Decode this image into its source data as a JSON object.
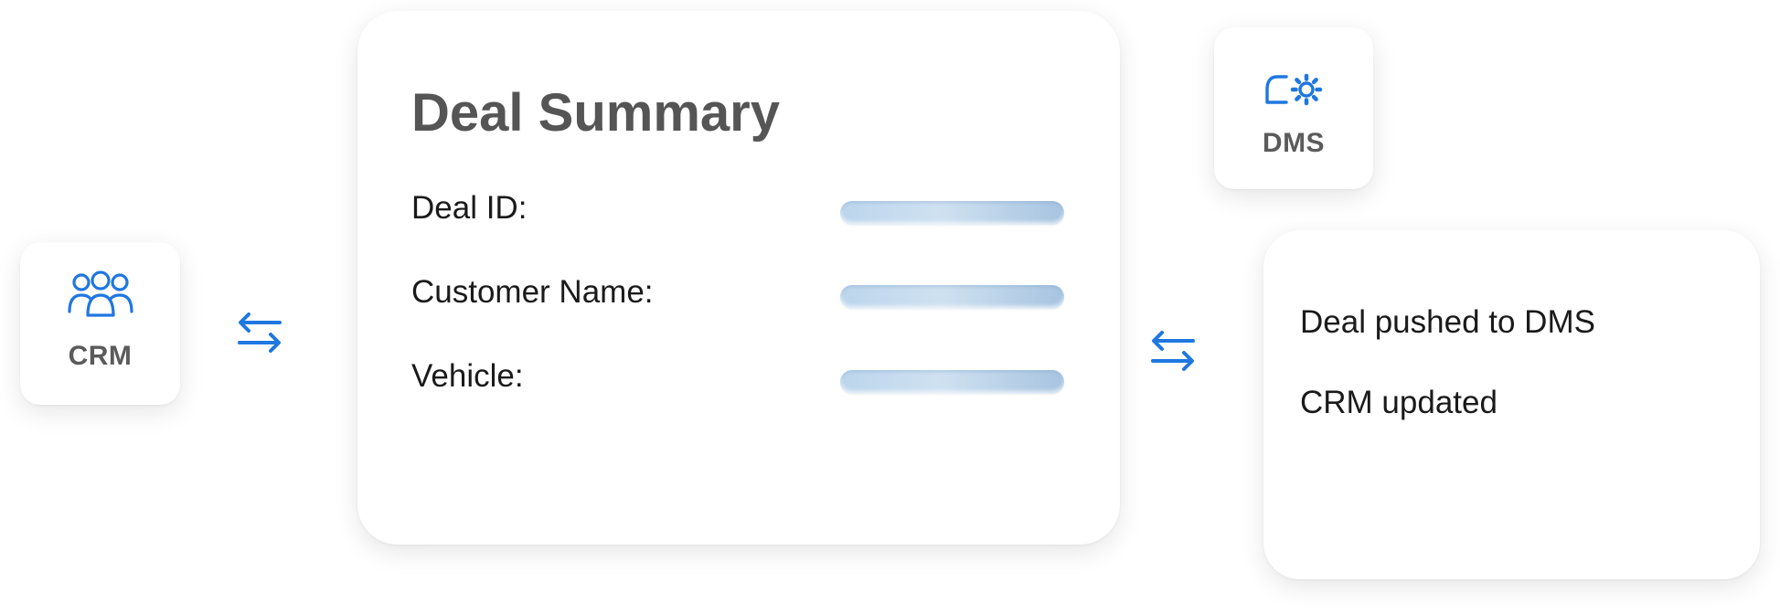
{
  "crm": {
    "label": "CRM",
    "icon": "users-group-icon"
  },
  "dms": {
    "label": "DMS",
    "icon": "gear-arc-icon"
  },
  "deal_summary": {
    "title": "Deal Summary",
    "fields": [
      {
        "label": "Deal ID:"
      },
      {
        "label": "Customer Name:"
      },
      {
        "label": "Vehicle:"
      }
    ]
  },
  "status": {
    "lines": [
      "Deal pushed to DMS",
      "CRM updated"
    ]
  },
  "colors": {
    "accent": "#1f77e0",
    "label_gray": "#5b5b5b",
    "field_bar": "#bcd5ec"
  }
}
